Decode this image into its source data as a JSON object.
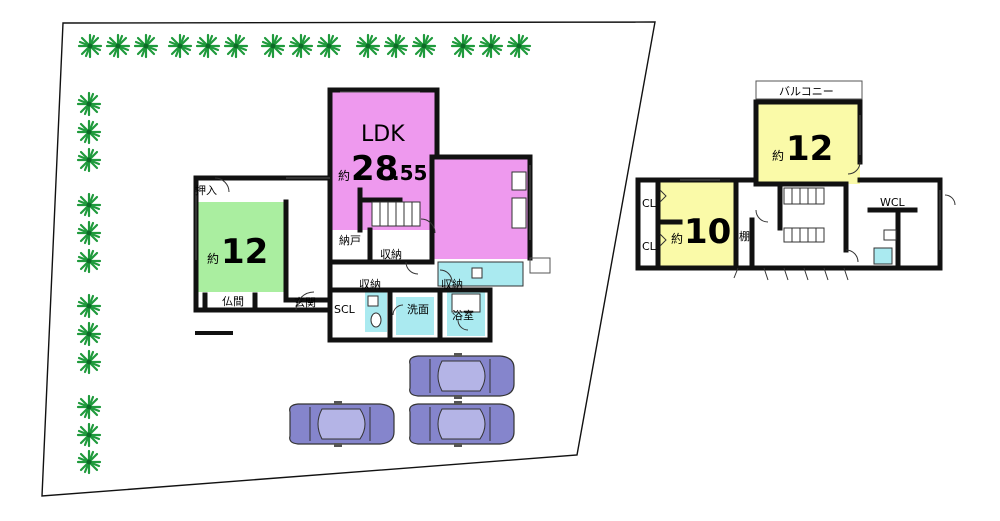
{
  "floor1": {
    "ldk": {
      "name": "LDK",
      "prefix": "約",
      "int": "28",
      "dec": ".55"
    },
    "washitsu": {
      "prefix": "約",
      "size": "12"
    },
    "oshiire": "押入",
    "butsuma": "仏間",
    "nando": "納戸",
    "shuno1": "収納",
    "shuno2": "収納",
    "shuno3": "収納",
    "genkan": "玄関",
    "scl": "SCL",
    "senmen": "洗面",
    "yokushitsu": "浴室"
  },
  "floor2": {
    "balcony": "バルコニー",
    "room12": {
      "prefix": "約",
      "size": "12"
    },
    "room10": {
      "prefix": "約",
      "size": "10"
    },
    "cl1": "CL",
    "cl2": "CL",
    "tana": "棚",
    "wcl": "WCL"
  },
  "colors": {
    "ldk": "#ee99ee",
    "washitsu": "#aaeea0",
    "room12": "#fafaa8",
    "room10": "#fafaa8",
    "water": "#aaeaf0",
    "car": "#8888cc",
    "wall": "#111111",
    "tree": "#22aa44"
  },
  "icons": [
    "tree-icon",
    "car-icon",
    "staircase-icon"
  ]
}
